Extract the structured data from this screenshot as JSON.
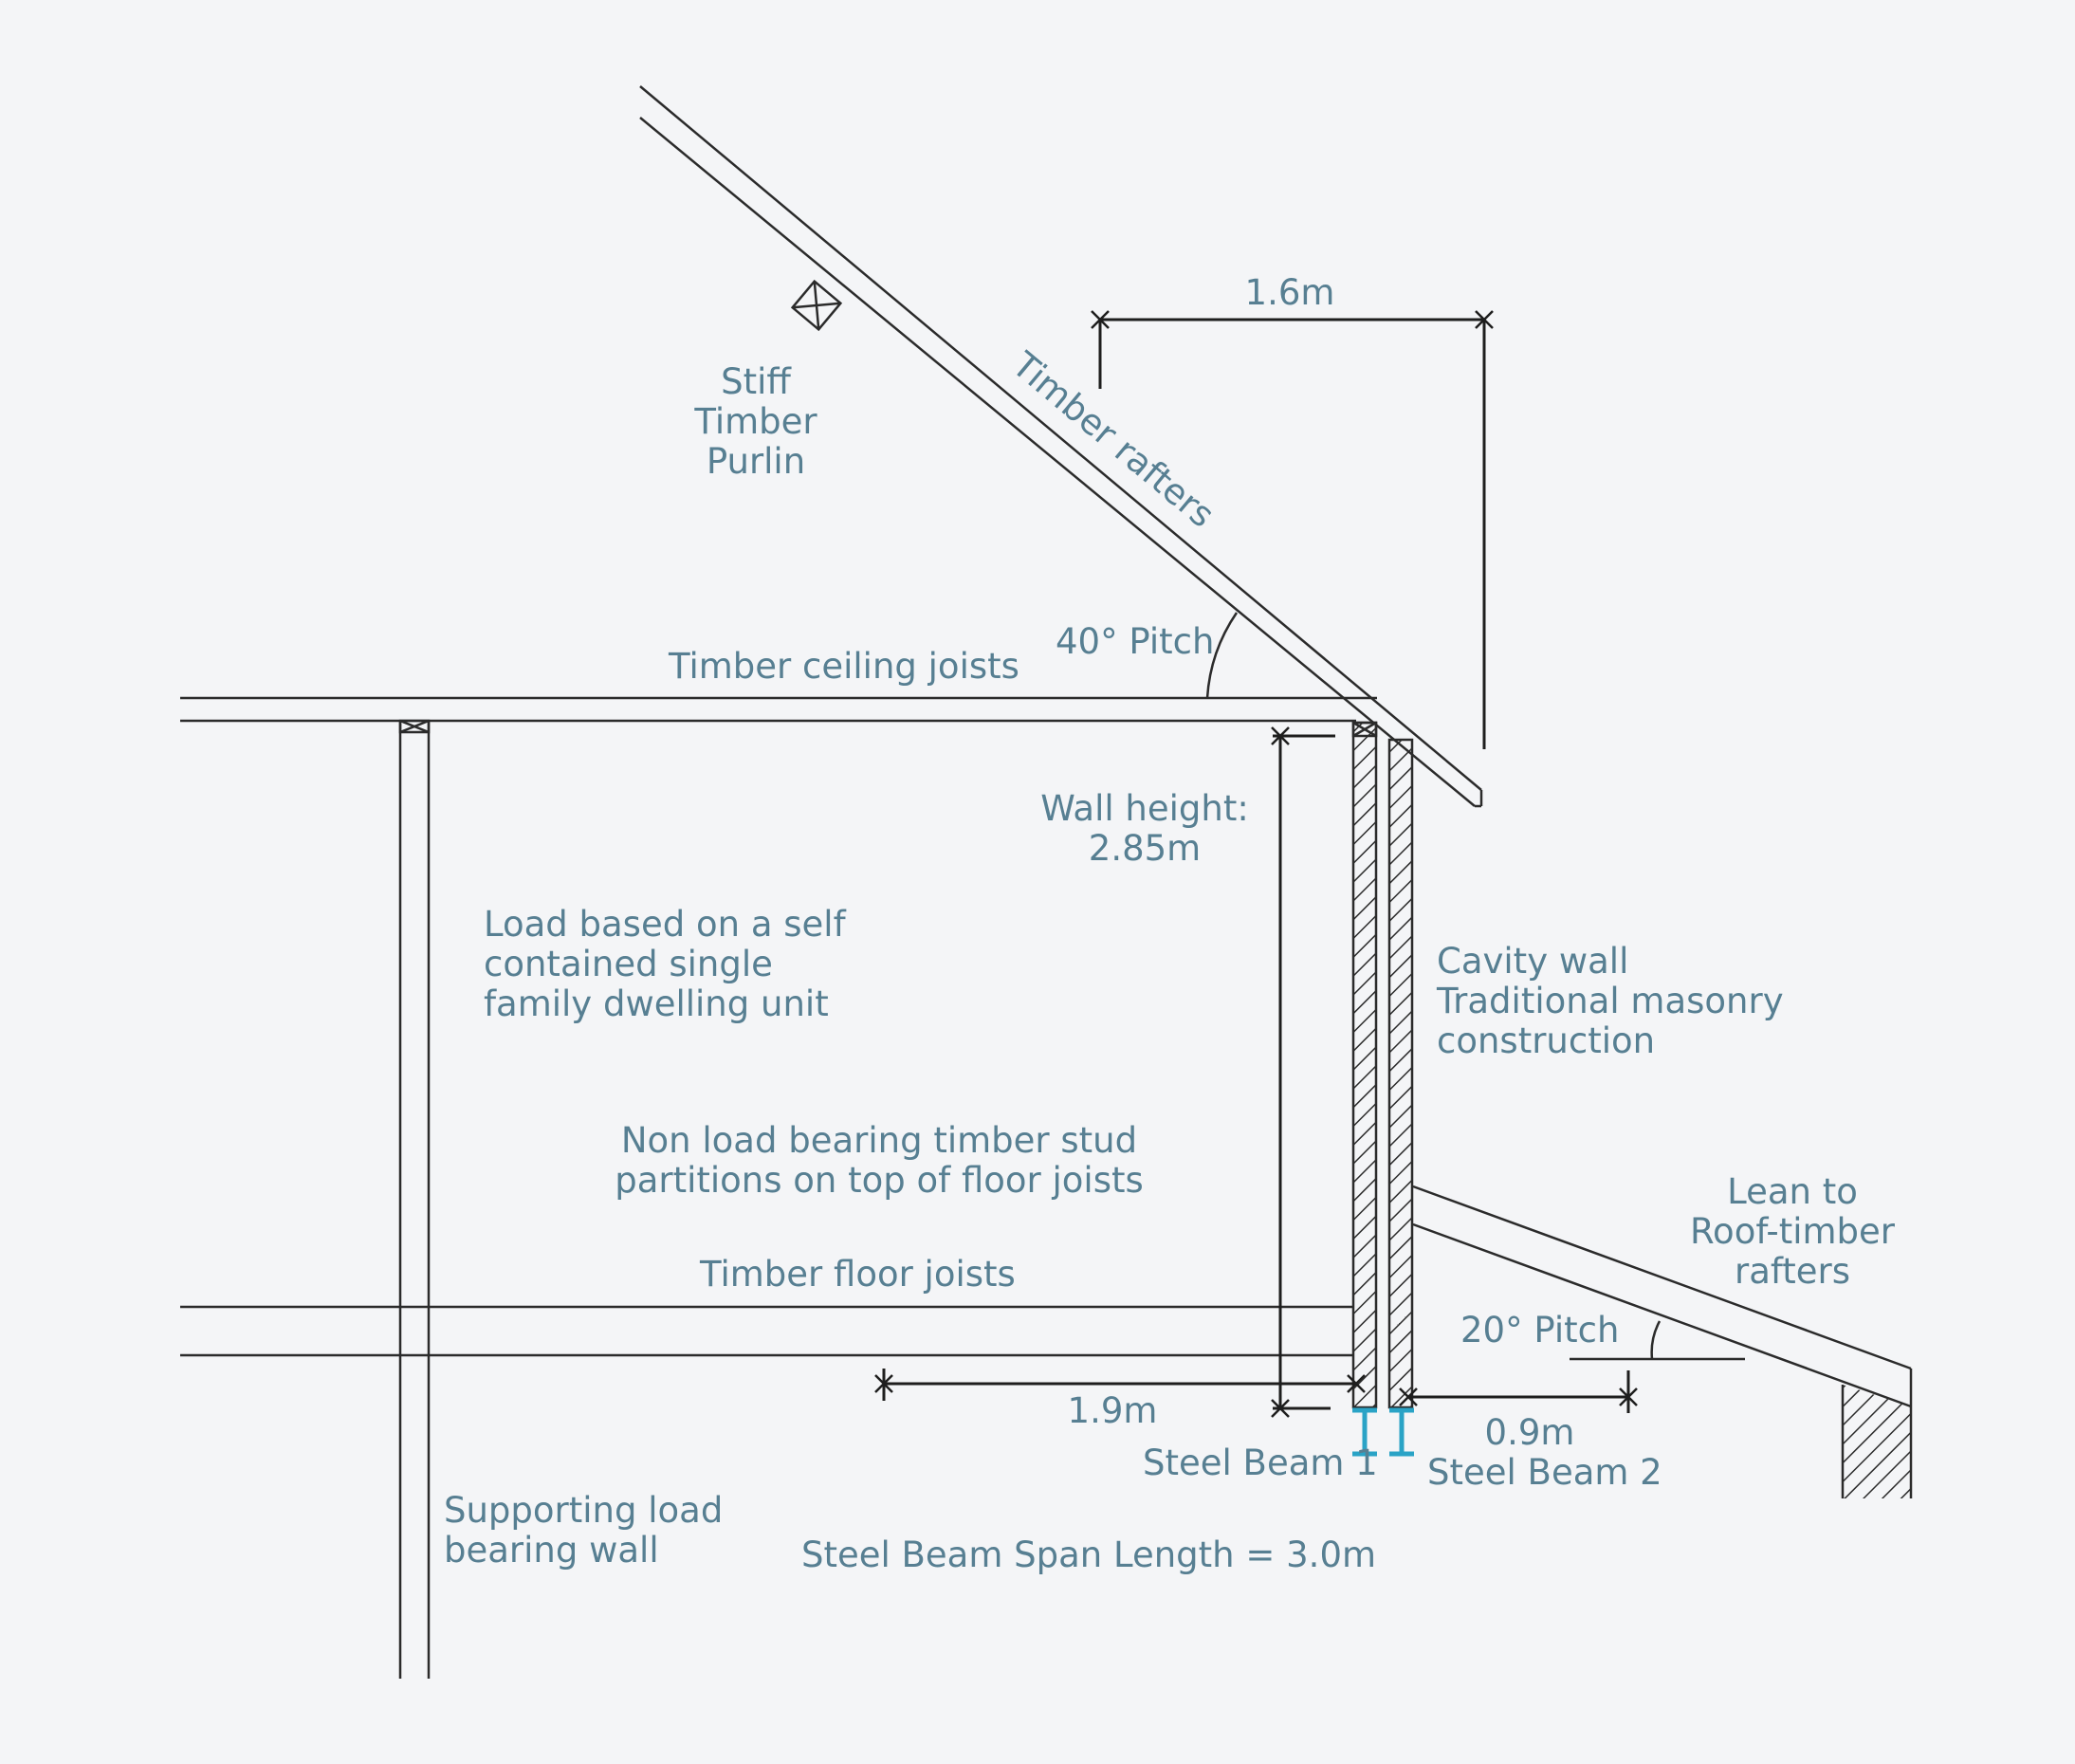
{
  "labels": {
    "stiff": "Stiff",
    "timber": "Timber",
    "purlin": "Purlin",
    "timber_rafters": "Timber rafters",
    "pitch_40": "40° Pitch",
    "timber_ceiling_joists": "Timber ceiling joists",
    "wall_height_title": "Wall height:",
    "wall_height_value": "2.85m",
    "load_line1": "Load based on a self",
    "load_line2": "contained single",
    "load_line3": "family dwelling unit",
    "cavity_line1": "Cavity wall",
    "cavity_line2": "Traditional masonry",
    "cavity_line3": "construction",
    "partition_line1": "Non load bearing timber stud",
    "partition_line2": "partitions on top of floor joists",
    "lean_line1": "Lean to",
    "lean_line2": "Roof-timber",
    "lean_line3": "rafters",
    "timber_floor_joists": "Timber floor joists",
    "pitch_20": "20° Pitch",
    "dim_1_9": "1.9m",
    "dim_0_9": "0.9m",
    "dim_1_6": "1.6m",
    "steel_beam_1": "Steel Beam 1",
    "steel_beam_2": "Steel Beam 2",
    "supporting_line1": "Supporting load",
    "supporting_line2": "bearing wall",
    "span_length": "Steel Beam Span Length = 3.0m"
  },
  "colors": {
    "background": "#f4f5f7",
    "label_text": "#577f92",
    "linework": "#2b2b2b",
    "steel_beam": "#2aa3c6"
  }
}
